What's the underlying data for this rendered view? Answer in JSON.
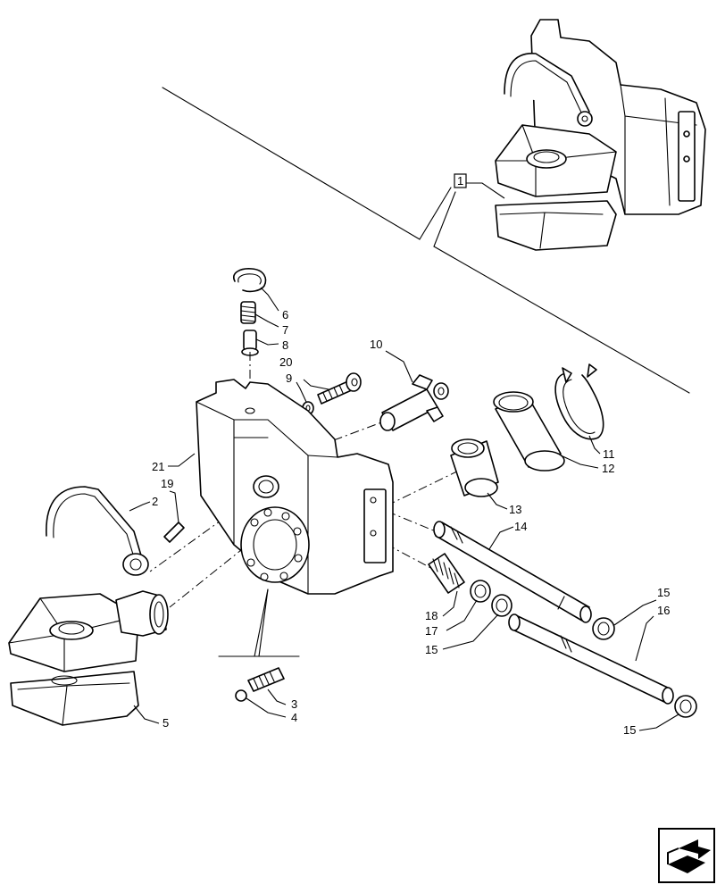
{
  "callouts": {
    "c1": "1",
    "c2": "2",
    "c3": "3",
    "c4": "4",
    "c5": "5",
    "c6": "6",
    "c7": "7",
    "c8": "8",
    "c9": "9",
    "c10": "10",
    "c11": "11",
    "c12": "12",
    "c13": "13",
    "c14": "14",
    "c15a": "15",
    "c15b": "15",
    "c15c": "15",
    "c16": "16",
    "c17": "17",
    "c18": "18",
    "c19": "19",
    "c20": "20",
    "c21": "21"
  },
  "nav_icon": "next-page-arrow-icon"
}
